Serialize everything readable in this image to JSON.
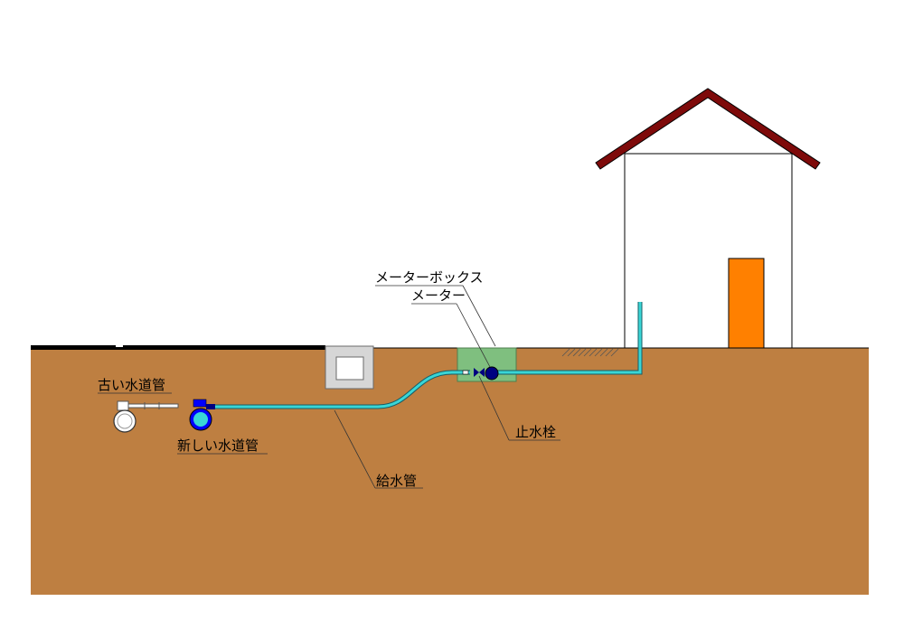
{
  "labels": {
    "meter_box": "メーターボックス",
    "meter": "メーター",
    "stop_valve": "止水栓",
    "supply_pipe": "給水管",
    "old_main": "古い水道管",
    "new_main": "新しい水道管"
  },
  "colors": {
    "ground": "#be7f41",
    "road": "#000000",
    "pipe": "#39d6d6",
    "pipe_outline": "#165d66",
    "roof": "#7e0a0a",
    "door": "#ff8000",
    "meter_box": "#7fbf7f",
    "meter": "#000080",
    "new_main": "#0000ff",
    "new_main_core": "#39d6d6",
    "gutter": "#d6d6d6"
  }
}
